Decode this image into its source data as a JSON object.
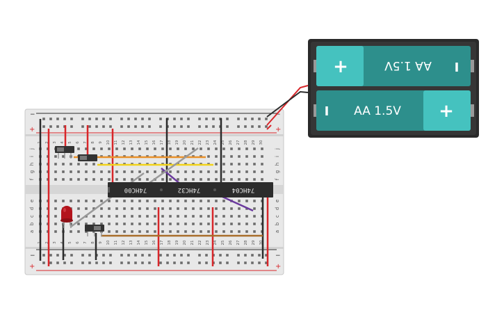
{
  "chips": [
    {
      "label": "74HC00"
    },
    {
      "label": "74HC32"
    },
    {
      "label": "74HC04"
    }
  ],
  "battery": {
    "cell_top": {
      "label": "AA 1.5V",
      "plus": "+",
      "minus": "I"
    },
    "cell_bottom": {
      "label": "AA 1.5V",
      "plus": "+",
      "minus": "I"
    }
  },
  "breadboard": {
    "rail_plus": "+",
    "rail_minus": "−",
    "row_letters_top": [
      "j",
      "i",
      "h",
      "g",
      "f"
    ],
    "row_letters_bottom": [
      "e",
      "d",
      "c",
      "b",
      "a"
    ],
    "columns": [
      "1",
      "2",
      "3",
      "4",
      "5",
      "6",
      "7",
      "8",
      "9",
      "10",
      "11",
      "12",
      "13",
      "14",
      "15",
      "16",
      "17",
      "18",
      "19",
      "20",
      "21",
      "22",
      "23",
      "24",
      "25",
      "26",
      "27",
      "28",
      "29",
      "30"
    ]
  },
  "colors": {
    "board": "#e6e6e6",
    "rail_red": "#d8262a",
    "rail_blue": "#2b2b2b",
    "battery_case": "#2a2a2a",
    "battery_body": "#2d8f8c",
    "battery_plus": "#45c2bf",
    "wire_orange": "#e8902a",
    "wire_yellow": "#f2d31b",
    "wire_brown": "#a86d2a",
    "wire_purple": "#6b3a9e",
    "wire_gray": "#9a9a9a",
    "led": "#b3141c"
  }
}
